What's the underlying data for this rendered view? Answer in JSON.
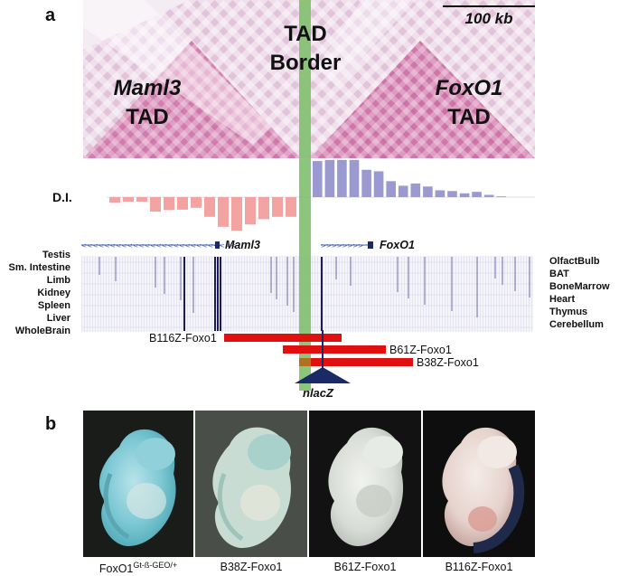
{
  "panel_a": {
    "letter": "a",
    "scale_bar_label": "100 kb",
    "tad_border_line1": "TAD",
    "tad_border_line2": "Border",
    "left_tad_gene": "Maml3",
    "left_tad_suffix": "TAD",
    "right_tad_gene": "FoxO1",
    "right_tad_suffix": "TAD",
    "di_label": "D.I.",
    "di_values_left": [
      -0.15,
      -0.12,
      -0.12,
      -0.38,
      -0.34,
      -0.33,
      -0.28,
      -0.52,
      -0.78,
      -0.88,
      -0.72,
      -0.58,
      -0.52,
      -0.52
    ],
    "di_values_right": [
      0.95,
      0.98,
      0.98,
      0.98,
      0.72,
      0.68,
      0.42,
      0.3,
      0.36,
      0.28,
      0.18,
      0.16,
      0.1,
      0.14,
      0.06,
      0.02
    ],
    "gene_left": "Maml3",
    "gene_right": "FoxO1",
    "tissues_left": [
      "Testis",
      "Sm. Intestine",
      "Limb",
      "Kidney",
      "Spleen",
      "Liver",
      "WholeBrain"
    ],
    "tissues_right": [
      "OlfactBulb",
      "BAT",
      "BoneMarrow",
      "Heart",
      "Thymus",
      "Cerebellum"
    ],
    "constructs": [
      "B116Z-Foxo1",
      "B61Z-Foxo1",
      "B38Z-Foxo1"
    ],
    "reporter_label": "nlacZ",
    "colors": {
      "hic_high": "#d6336b",
      "hic_low": "#f2e6f0",
      "tad_border": "#7fbf6e",
      "di_negative": "#f4a3a3",
      "di_positive": "#9a9ad0",
      "construct_bar": "#e01010",
      "reporter": "#1a2a66"
    }
  },
  "panel_b": {
    "letter": "b",
    "captions": [
      {
        "main": "FoxO1",
        "sup": "Gt-ß-GEO/+"
      },
      {
        "main": "B38Z-Foxo1",
        "sup": ""
      },
      {
        "main": "B61Z-Foxo1",
        "sup": ""
      },
      {
        "main": "B116Z-Foxo1",
        "sup": ""
      }
    ]
  }
}
